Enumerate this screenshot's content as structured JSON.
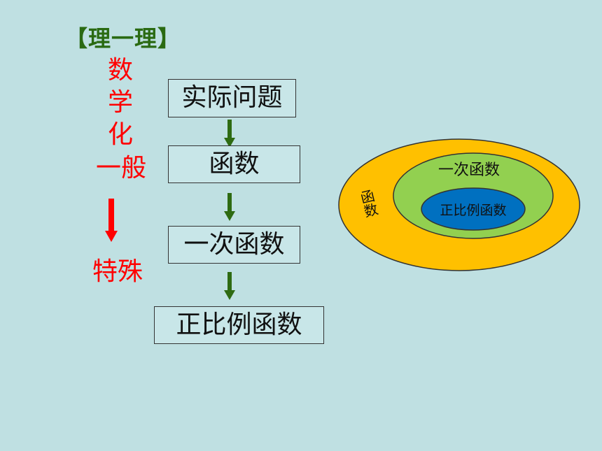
{
  "title": "【理一理】",
  "left_labels": {
    "shuxue": [
      "数",
      "学",
      "化"
    ],
    "yiban": "一般",
    "teshu": "特殊"
  },
  "flow_boxes": [
    "实际问题",
    "函数",
    "一次函数",
    "正比例函数"
  ],
  "venn": {
    "outer": "函数",
    "middle": "一次函数",
    "inner": "正比例函数",
    "colors": {
      "outer": "#ffc000",
      "middle": "#92d050",
      "inner": "#0070c0"
    }
  },
  "colors": {
    "background": "#bfe0e2",
    "title": "#2a6a12",
    "red": "#ff0000",
    "green_arrow": "#2e6b12"
  }
}
